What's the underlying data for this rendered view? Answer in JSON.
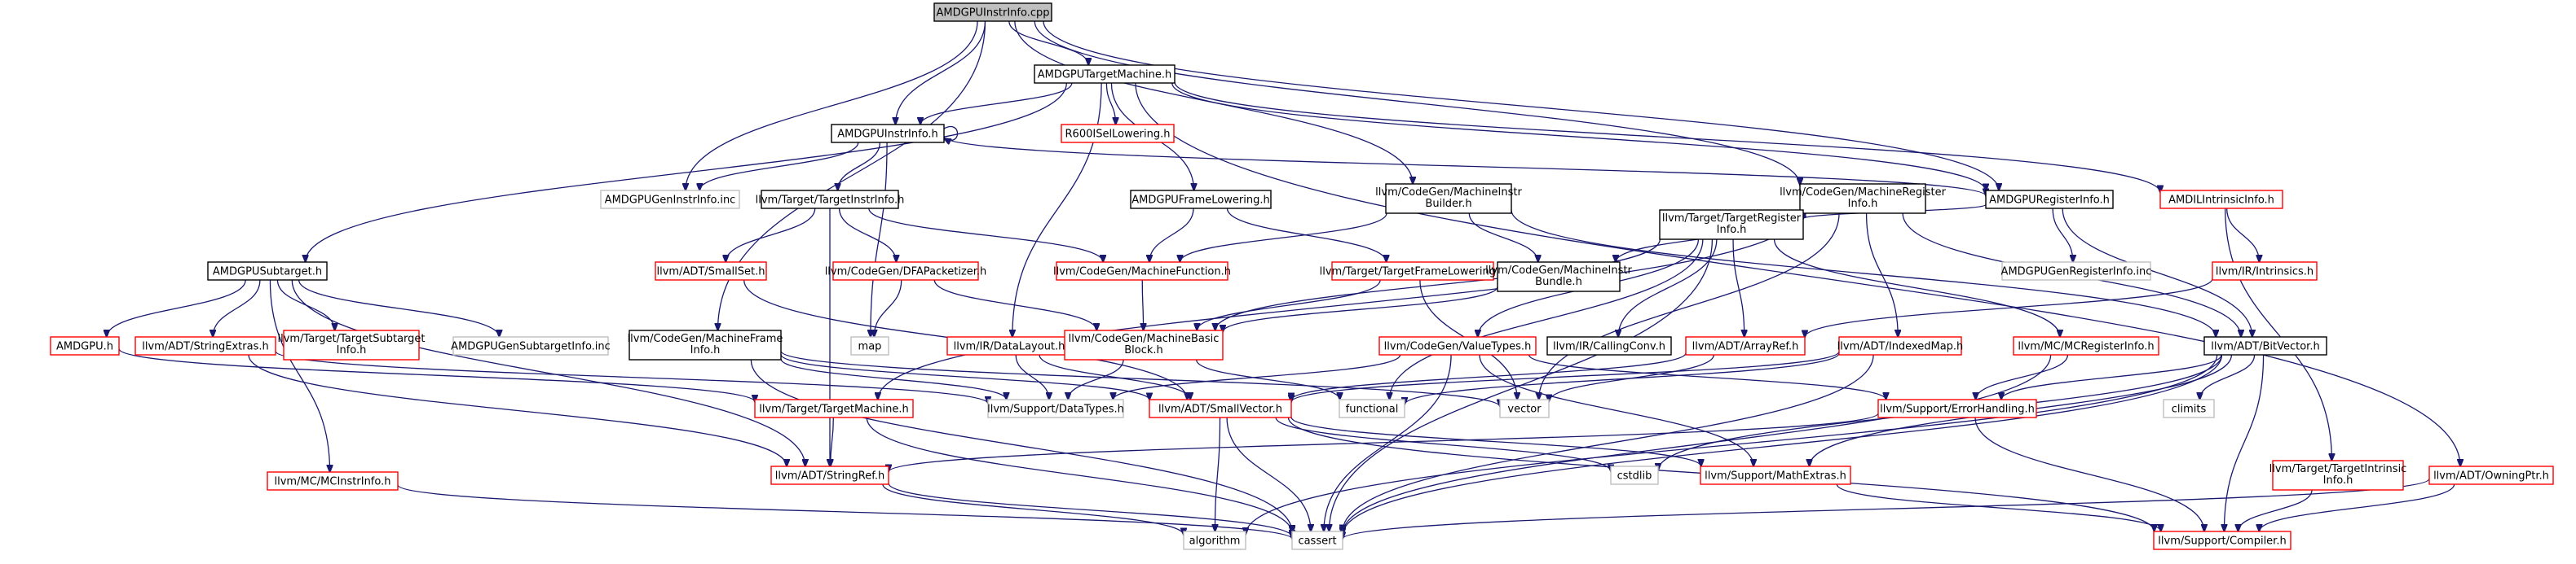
{
  "graph": {
    "nodes": [
      {
        "id": "root",
        "label": "AMDGPUInstrInfo.cpp",
        "kind": "root"
      },
      {
        "id": "tm",
        "label": "AMDGPUTargetMachine.h",
        "kind": "doc"
      },
      {
        "id": "ii",
        "label": "AMDGPUInstrInfo.h",
        "kind": "doc"
      },
      {
        "id": "r600",
        "label": "R600ISelLowering.h",
        "kind": "nodoc"
      },
      {
        "id": "geninstr",
        "label": "AMDGPUGenInstrInfo.inc",
        "kind": "ext"
      },
      {
        "id": "tii",
        "label": "llvm/Target/TargetInstrInfo.h",
        "kind": "doc"
      },
      {
        "id": "fl",
        "label": "AMDGPUFrameLowering.h",
        "kind": "doc"
      },
      {
        "id": "mib",
        "label": "llvm/CodeGen/MachineInstr Builder.h",
        "kind": "doc"
      },
      {
        "id": "mri",
        "label": "llvm/CodeGen/MachineRegister Info.h",
        "kind": "doc"
      },
      {
        "id": "ri",
        "label": "AMDGPURegisterInfo.h",
        "kind": "doc"
      },
      {
        "id": "amdil",
        "label": "AMDILIntrinsicInfo.h",
        "kind": "nodoc"
      },
      {
        "id": "st",
        "label": "AMDGPUSubtarget.h",
        "kind": "doc"
      },
      {
        "id": "smallset",
        "label": "llvm/ADT/SmallSet.h",
        "kind": "nodoc"
      },
      {
        "id": "dfa",
        "label": "llvm/CodeGen/DFAPacketizer.h",
        "kind": "nodoc"
      },
      {
        "id": "mf",
        "label": "llvm/CodeGen/MachineFunction.h",
        "kind": "nodoc"
      },
      {
        "id": "tfl",
        "label": "llvm/Target/TargetFrameLowering.h",
        "kind": "nodoc"
      },
      {
        "id": "mibundle",
        "label": "llvm/CodeGen/MachineInstr Bundle.h",
        "kind": "doc"
      },
      {
        "id": "tri",
        "label": "llvm/Target/TargetRegister Info.h",
        "kind": "doc"
      },
      {
        "id": "genreg",
        "label": "AMDGPUGenRegisterInfo.inc",
        "kind": "ext"
      },
      {
        "id": "intrinsics",
        "label": "llvm/IR/Intrinsics.h",
        "kind": "nodoc"
      },
      {
        "id": "amdgpuh",
        "label": "AMDGPU.h",
        "kind": "nodoc"
      },
      {
        "id": "strext",
        "label": "llvm/ADT/StringExtras.h",
        "kind": "nodoc"
      },
      {
        "id": "tsti",
        "label": "llvm/Target/TargetSubtarget Info.h",
        "kind": "nodoc"
      },
      {
        "id": "genst",
        "label": "AMDGPUGenSubtargetInfo.inc",
        "kind": "ext"
      },
      {
        "id": "map",
        "label": "map",
        "kind": "ext"
      },
      {
        "id": "mfi",
        "label": "llvm/CodeGen/MachineFrame Info.h",
        "kind": "doc"
      },
      {
        "id": "dl",
        "label": "llvm/IR/DataLayout.h",
        "kind": "nodoc"
      },
      {
        "id": "mbb",
        "label": "llvm/CodeGen/MachineBasic Block.h",
        "kind": "nodoc"
      },
      {
        "id": "vt",
        "label": "llvm/CodeGen/ValueTypes.h",
        "kind": "nodoc"
      },
      {
        "id": "cc",
        "label": "llvm/IR/CallingConv.h",
        "kind": "doc"
      },
      {
        "id": "arrayref",
        "label": "llvm/ADT/ArrayRef.h",
        "kind": "nodoc"
      },
      {
        "id": "indexedmap",
        "label": "llvm/ADT/IndexedMap.h",
        "kind": "nodoc"
      },
      {
        "id": "mcri",
        "label": "llvm/MC/MCRegisterInfo.h",
        "kind": "nodoc"
      },
      {
        "id": "bitvector",
        "label": "llvm/ADT/BitVector.h",
        "kind": "doc"
      },
      {
        "id": "functional",
        "label": "functional",
        "kind": "ext"
      },
      {
        "id": "vector",
        "label": "vector",
        "kind": "ext"
      },
      {
        "id": "climits",
        "label": "climits",
        "kind": "ext"
      },
      {
        "id": "ttm",
        "label": "llvm/Target/TargetMachine.h",
        "kind": "nodoc"
      },
      {
        "id": "datatypes",
        "label": "llvm/Support/DataTypes.h",
        "kind": "ext"
      },
      {
        "id": "smallvector",
        "label": "llvm/ADT/SmallVector.h",
        "kind": "nodoc"
      },
      {
        "id": "errh",
        "label": "llvm/Support/ErrorHandling.h",
        "kind": "nodoc"
      },
      {
        "id": "strref",
        "label": "llvm/ADT/StringRef.h",
        "kind": "nodoc"
      },
      {
        "id": "cstdlib",
        "label": "cstdlib",
        "kind": "ext"
      },
      {
        "id": "mathext",
        "label": "llvm/Support/MathExtras.h",
        "kind": "nodoc"
      },
      {
        "id": "mcii",
        "label": "llvm/MC/MCInstrInfo.h",
        "kind": "nodoc"
      },
      {
        "id": "tiinfo",
        "label": "llvm/Target/TargetIntrinsic Info.h",
        "kind": "nodoc"
      },
      {
        "id": "owningptr",
        "label": "llvm/ADT/OwningPtr.h",
        "kind": "nodoc"
      },
      {
        "id": "algorithm",
        "label": "algorithm",
        "kind": "ext"
      },
      {
        "id": "cassert",
        "label": "cassert",
        "kind": "ext"
      },
      {
        "id": "compiler",
        "label": "llvm/Support/Compiler.h",
        "kind": "nodoc"
      }
    ],
    "edges": [
      [
        "root",
        "tm"
      ],
      [
        "root",
        "ii"
      ],
      [
        "root",
        "geninstr"
      ],
      [
        "root",
        "mib"
      ],
      [
        "root",
        "mri"
      ],
      [
        "root",
        "ri"
      ],
      [
        "root",
        "mfi"
      ],
      [
        "tm",
        "ii"
      ],
      [
        "tm",
        "r600"
      ],
      [
        "tm",
        "fl"
      ],
      [
        "tm",
        "st"
      ],
      [
        "tm",
        "dl"
      ],
      [
        "tm",
        "ri"
      ],
      [
        "tm",
        "amdil"
      ],
      [
        "tm",
        "owningptr"
      ],
      [
        "ii",
        "ii"
      ],
      [
        "ii",
        "geninstr"
      ],
      [
        "ii",
        "tii"
      ],
      [
        "ii",
        "ri"
      ],
      [
        "ii",
        "map"
      ],
      [
        "tii",
        "smallset"
      ],
      [
        "tii",
        "dfa"
      ],
      [
        "tii",
        "mf"
      ],
      [
        "tii",
        "strref"
      ],
      [
        "fl",
        "mf"
      ],
      [
        "fl",
        "tfl"
      ],
      [
        "mib",
        "mf"
      ],
      [
        "mib",
        "mibundle"
      ],
      [
        "mib",
        "bitvector"
      ],
      [
        "mri",
        "tri"
      ],
      [
        "mri",
        "indexedmap"
      ],
      [
        "mri",
        "mibundle"
      ],
      [
        "mri",
        "vector"
      ],
      [
        "mri",
        "ttm"
      ],
      [
        "mri",
        "bitvector"
      ],
      [
        "ri",
        "tri"
      ],
      [
        "ri",
        "genreg"
      ],
      [
        "ri",
        "bitvector"
      ],
      [
        "amdil",
        "intrinsics"
      ],
      [
        "amdil",
        "tiinfo"
      ],
      [
        "st",
        "amdgpuh"
      ],
      [
        "st",
        "strext"
      ],
      [
        "st",
        "tsti"
      ],
      [
        "st",
        "genst"
      ],
      [
        "st",
        "strref"
      ],
      [
        "st",
        "mcii"
      ],
      [
        "smallset",
        "smallvector"
      ],
      [
        "dfa",
        "map"
      ],
      [
        "dfa",
        "mbb"
      ],
      [
        "mf",
        "mbb"
      ],
      [
        "tfl",
        "mbb"
      ],
      [
        "tfl",
        "vector"
      ],
      [
        "mibundle",
        "mbb"
      ],
      [
        "tri",
        "mbb"
      ],
      [
        "tri",
        "vt"
      ],
      [
        "tri",
        "cc"
      ],
      [
        "tri",
        "arrayref"
      ],
      [
        "tri",
        "mcri"
      ],
      [
        "tri",
        "cassert"
      ],
      [
        "tri",
        "functional"
      ],
      [
        "intrinsics",
        "arrayref"
      ],
      [
        "amdgpuh",
        "ttm"
      ],
      [
        "strext",
        "strref"
      ],
      [
        "strext",
        "datatypes"
      ],
      [
        "mfi",
        "smallvector"
      ],
      [
        "mfi",
        "datatypes"
      ],
      [
        "mfi",
        "vector"
      ],
      [
        "mfi",
        "cassert"
      ],
      [
        "dl",
        "datatypes"
      ],
      [
        "dl",
        "smallvector"
      ],
      [
        "mbb",
        "functional"
      ],
      [
        "mbb",
        "datatypes"
      ],
      [
        "vt",
        "datatypes"
      ],
      [
        "vt",
        "mathext"
      ],
      [
        "vt",
        "errh"
      ],
      [
        "vt",
        "cassert"
      ],
      [
        "arrayref",
        "smallvector"
      ],
      [
        "arrayref",
        "vector"
      ],
      [
        "indexedmap",
        "smallvector"
      ],
      [
        "indexedmap",
        "functional"
      ],
      [
        "indexedmap",
        "cassert"
      ],
      [
        "mcri",
        "errh"
      ],
      [
        "mcri",
        "cassert"
      ],
      [
        "bitvector",
        "errh"
      ],
      [
        "bitvector",
        "climits"
      ],
      [
        "bitvector",
        "cstdlib"
      ],
      [
        "bitvector",
        "mathext"
      ],
      [
        "bitvector",
        "algorithm"
      ],
      [
        "bitvector",
        "cassert"
      ],
      [
        "bitvector",
        "compiler"
      ],
      [
        "ttm",
        "strref"
      ],
      [
        "ttm",
        "cassert"
      ],
      [
        "smallvector",
        "mathext"
      ],
      [
        "smallvector",
        "algorithm"
      ],
      [
        "smallvector",
        "cassert"
      ],
      [
        "smallvector",
        "cstdlib"
      ],
      [
        "smallvector",
        "compiler"
      ],
      [
        "errh",
        "compiler"
      ],
      [
        "errh",
        "strref"
      ],
      [
        "strref",
        "algorithm"
      ],
      [
        "strref",
        "cassert"
      ],
      [
        "mathext",
        "compiler"
      ],
      [
        "mcii",
        "cassert"
      ],
      [
        "tiinfo",
        "compiler"
      ],
      [
        "owningptr",
        "cassert"
      ],
      [
        "owningptr",
        "compiler"
      ]
    ]
  }
}
